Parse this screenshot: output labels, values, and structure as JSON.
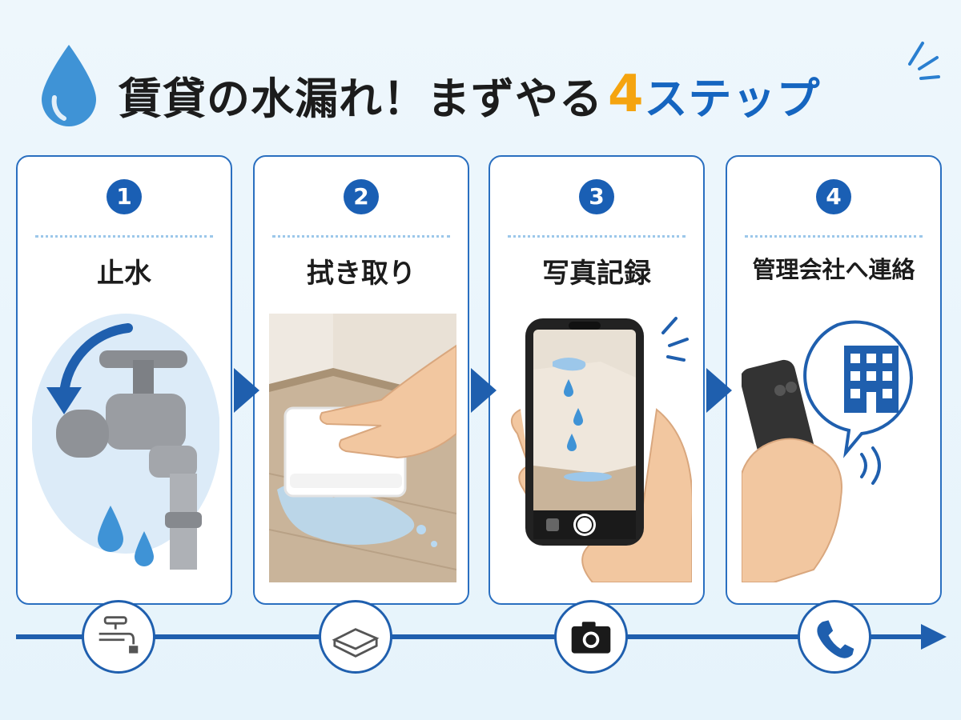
{
  "title": {
    "main": "賃貸の水漏れ！まずやる",
    "number": "4",
    "suffix": "ステップ"
  },
  "steps": [
    {
      "number": "1",
      "label": "止水",
      "icon": "faucet-icon"
    },
    {
      "number": "2",
      "label": "拭き取り",
      "icon": "towel-icon"
    },
    {
      "number": "3",
      "label": "写真記録",
      "icon": "camera-icon"
    },
    {
      "number": "4",
      "label": "管理会社へ連絡",
      "icon": "phone-icon"
    }
  ],
  "colors": {
    "primary": "#1a5fb4",
    "accent": "#f5a40f",
    "water": "#3f93d6"
  }
}
